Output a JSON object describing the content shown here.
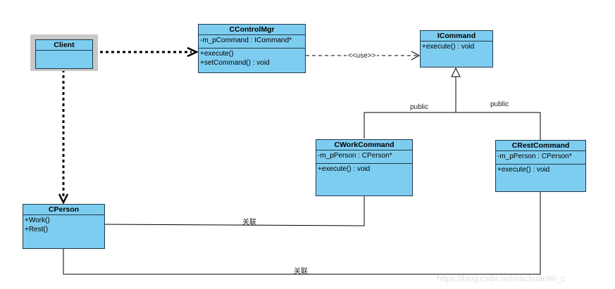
{
  "classes": {
    "client": {
      "name": "Client"
    },
    "controlmgr": {
      "name": "CControlMgr",
      "attributes": [
        "-m_pCommand : ICommand*"
      ],
      "operations": [
        "+execute()",
        "+setCommand() : void"
      ]
    },
    "icommand": {
      "name": "ICommand",
      "operations": [
        "+execute() : void"
      ]
    },
    "workcommand": {
      "name": "CWorkCommand",
      "attributes": [
        "-m_pPerson : CPerson*"
      ],
      "operations": [
        "+execute() : void"
      ]
    },
    "restcommand": {
      "name": "CRestCommand",
      "attributes": [
        "-m_pPerson : CPerson*"
      ],
      "operations": [
        "+execute() : void"
      ]
    },
    "person": {
      "name": "CPerson",
      "operations": [
        "+Work()",
        "+Rest()"
      ]
    }
  },
  "labels": {
    "use": "<<use>>",
    "public_left": "public",
    "public_right": "public",
    "assoc_work": "关联",
    "assoc_rest": "关联"
  },
  "watermark": "https://blog.csdn.net/nachuanfei_c",
  "colors": {
    "class_fill": "#7dcdf0",
    "client_shadow": "#c8c8c8",
    "line": "#000000"
  }
}
